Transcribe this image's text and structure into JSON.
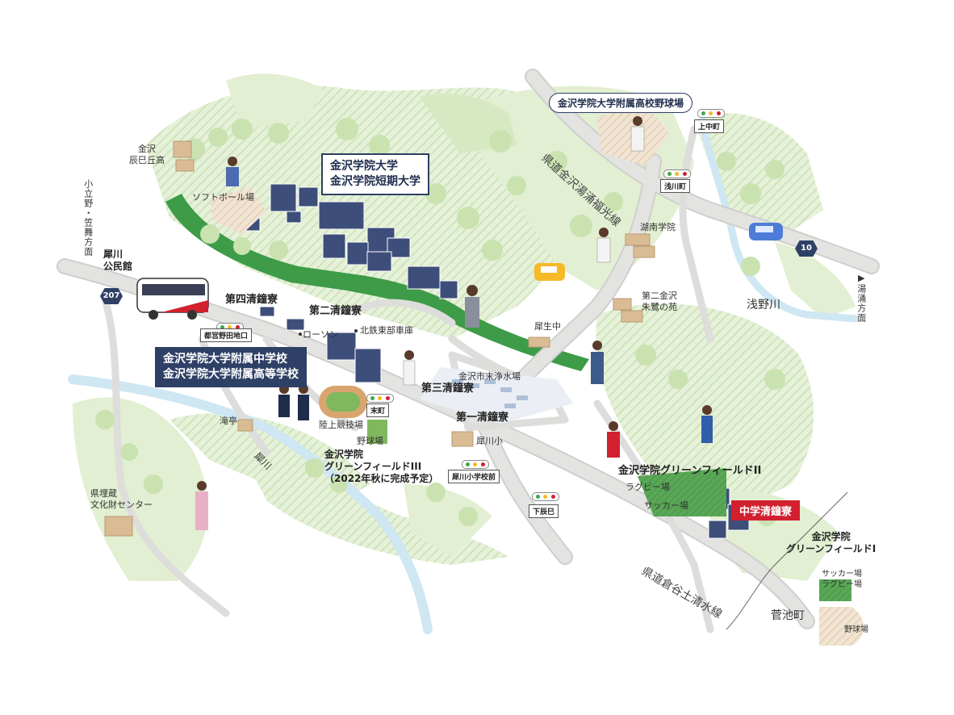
{
  "labels": {
    "univ_line1": "金沢学院大学",
    "univ_line2": "金沢学院短期大学",
    "school_line1": "金沢学院大学附属中学校",
    "school_line2": "金沢学院大学附属高等学校",
    "baseball_hs": "金沢学院大学附属高校野球場",
    "tatsumi_line1": "金沢",
    "tatsumi_line2": "辰巳丘高",
    "softball": "ソフトボール場",
    "oyano_dir": "小立野・笠舞方面",
    "saigawa_hall_line1": "犀川",
    "saigawa_hall_line2": "公民館",
    "dorm4": "第四清鐘寮",
    "dorm2": "第二清鐘寮",
    "dorm3": "第三清鐘寮",
    "dorm1": "第一清鐘寮",
    "dorm_middle": "中学清鐘寮",
    "lawson": "ローソン",
    "hokutetsu": "北鉄東部車庫",
    "saisei": "犀生中",
    "water_plant": "金沢市末浄水場",
    "konan": "湖南学院",
    "daini_line1": "第二金沢",
    "daini_line2": "朱鷺の苑",
    "route_yuwaku": "県道金沢湯涌福光線",
    "asano_river": "浅野川",
    "yuwaku_dir": "▶湯涌方面",
    "takitei": "滝亭",
    "track": "陸上競技場",
    "ballpark": "野球場",
    "saigawa_elem": "犀川小",
    "saigawa_river": "犀川",
    "gf3_line1": "金沢学院",
    "gf3_line2": "グリーンフィールドIII",
    "gf3_line3": "（2022年秋に完成予定）",
    "gf2": "金沢学院グリーンフィールドII",
    "rugby": "ラグビー場",
    "soccer": "サッカー場",
    "gf1_line1": "金沢学院",
    "gf1_line2": "グリーンフィールドI",
    "soccer_rugby_line1": "サッカー場",
    "soccer_rugby_line2": "ラグビー場",
    "ballpark2": "野球場",
    "sugaike": "菅池町",
    "route_kuratani": "県道倉谷土清水線",
    "museum_line1": "県埋蔵",
    "museum_line2": "文化財センター"
  },
  "stops": {
    "toshi_noda": "都営野田地口",
    "suemachi": "末町",
    "saigawa_elem_mae": "犀川小学校前",
    "shimo_tatsumi": "下辰巳",
    "kaminaka": "上中町",
    "asakawa": "浅川町"
  },
  "routes": {
    "r207": "207",
    "r10": "10"
  },
  "colors": {
    "green_light": "#e2efd2",
    "green_mid": "#cfe4b4",
    "green_dark": "#3e9b48",
    "road": "#e3e3e1",
    "road_edge": "#cfcfcd",
    "river": "#cfe6f3",
    "navy": "#2f4066",
    "accent_red": "#d2202f"
  },
  "icons": {
    "bus": "bus-icon",
    "taxi": "taxi-icon",
    "car": "car-icon",
    "traffic_light": "traffic-light-icon",
    "building": "building-icon",
    "person": "person-icon"
  }
}
